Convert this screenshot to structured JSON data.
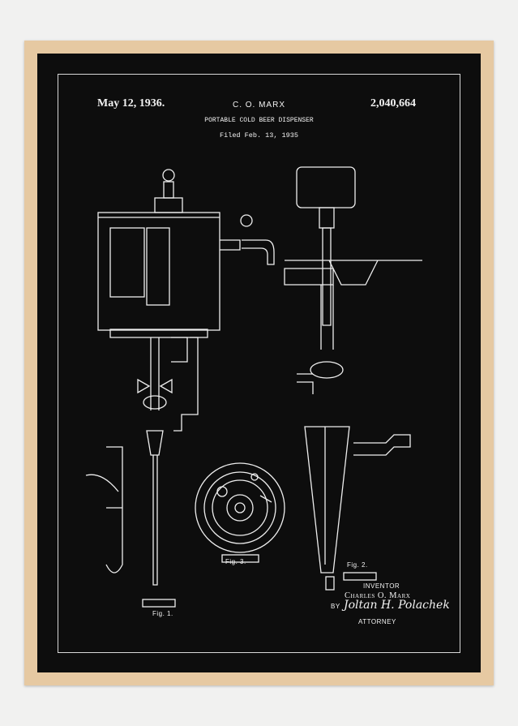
{
  "poster": {
    "date": "May 12, 1936.",
    "inventor_short": "C. O. MARX",
    "patent_number": "2,040,664",
    "title": "PORTABLE COLD BEER DISPENSER",
    "filed": "Filed Feb. 13, 1935",
    "figures": [
      "Fig. 1.",
      "Fig. 2.",
      "Fig. 3."
    ],
    "inventor_label": "INVENTOR",
    "inventor_name": "Charles O. Marx",
    "by_label": "BY",
    "attorney_signature": "Joltan H. Polachek",
    "attorney_label": "ATTORNEY"
  },
  "colors": {
    "frame": "#e6c9a2",
    "poster_background": "#0d0d0d",
    "ink": "#f2f2f2"
  }
}
